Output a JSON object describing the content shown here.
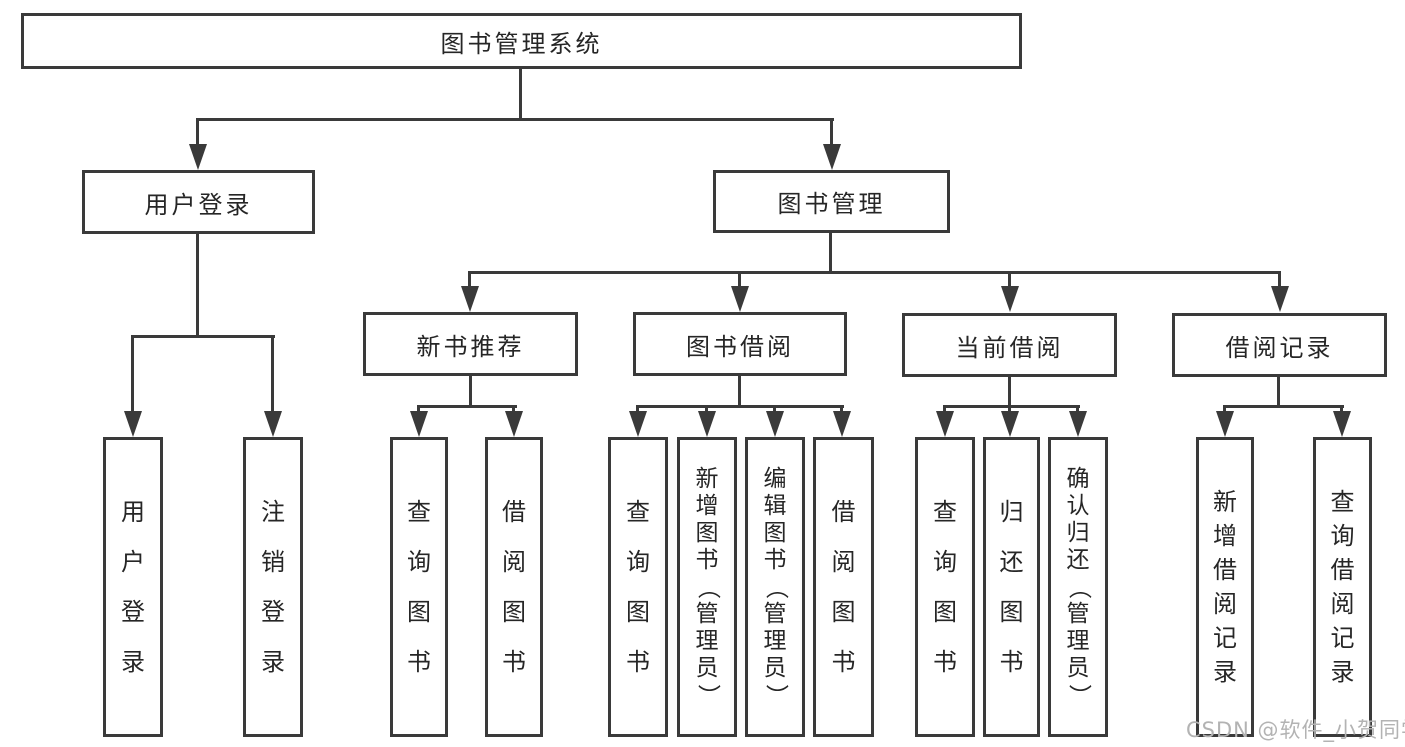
{
  "diagram": {
    "root": {
      "label": "图书管理系统"
    },
    "level2": {
      "user_login": {
        "label": "用户登录"
      },
      "book_mgmt": {
        "label": "图书管理"
      }
    },
    "level3": {
      "new_book": {
        "label": "新书推荐"
      },
      "book_borrow": {
        "label": "图书借阅"
      },
      "current_borrow": {
        "label": "当前借阅"
      },
      "borrow_records": {
        "label": "借阅记录"
      }
    },
    "leaves": {
      "user_login": {
        "label": "用户登录"
      },
      "logout": {
        "label": "注销登录"
      },
      "nb_query": {
        "label": "查询图书"
      },
      "nb_borrow": {
        "label": "借阅图书"
      },
      "bb_query": {
        "label": "查询图书"
      },
      "bb_add": {
        "label": "新增图书（管理员）"
      },
      "bb_edit": {
        "label": "编辑图书（管理员）"
      },
      "bb_borrow": {
        "label": "借阅图书"
      },
      "cb_query": {
        "label": "查询图书"
      },
      "cb_return": {
        "label": "归还图书"
      },
      "cb_confirm": {
        "label": "确认归还（管理员）"
      },
      "br_add": {
        "label": "新增借阅记录"
      },
      "br_query": {
        "label": "查询借阅记录"
      }
    }
  },
  "watermark": {
    "text": "CSDN @软件_小贺同学"
  },
  "colors": {
    "line": "#3a3a3a",
    "text": "#262626",
    "watermark": "#b3b3b3",
    "background": "#ffffff"
  }
}
